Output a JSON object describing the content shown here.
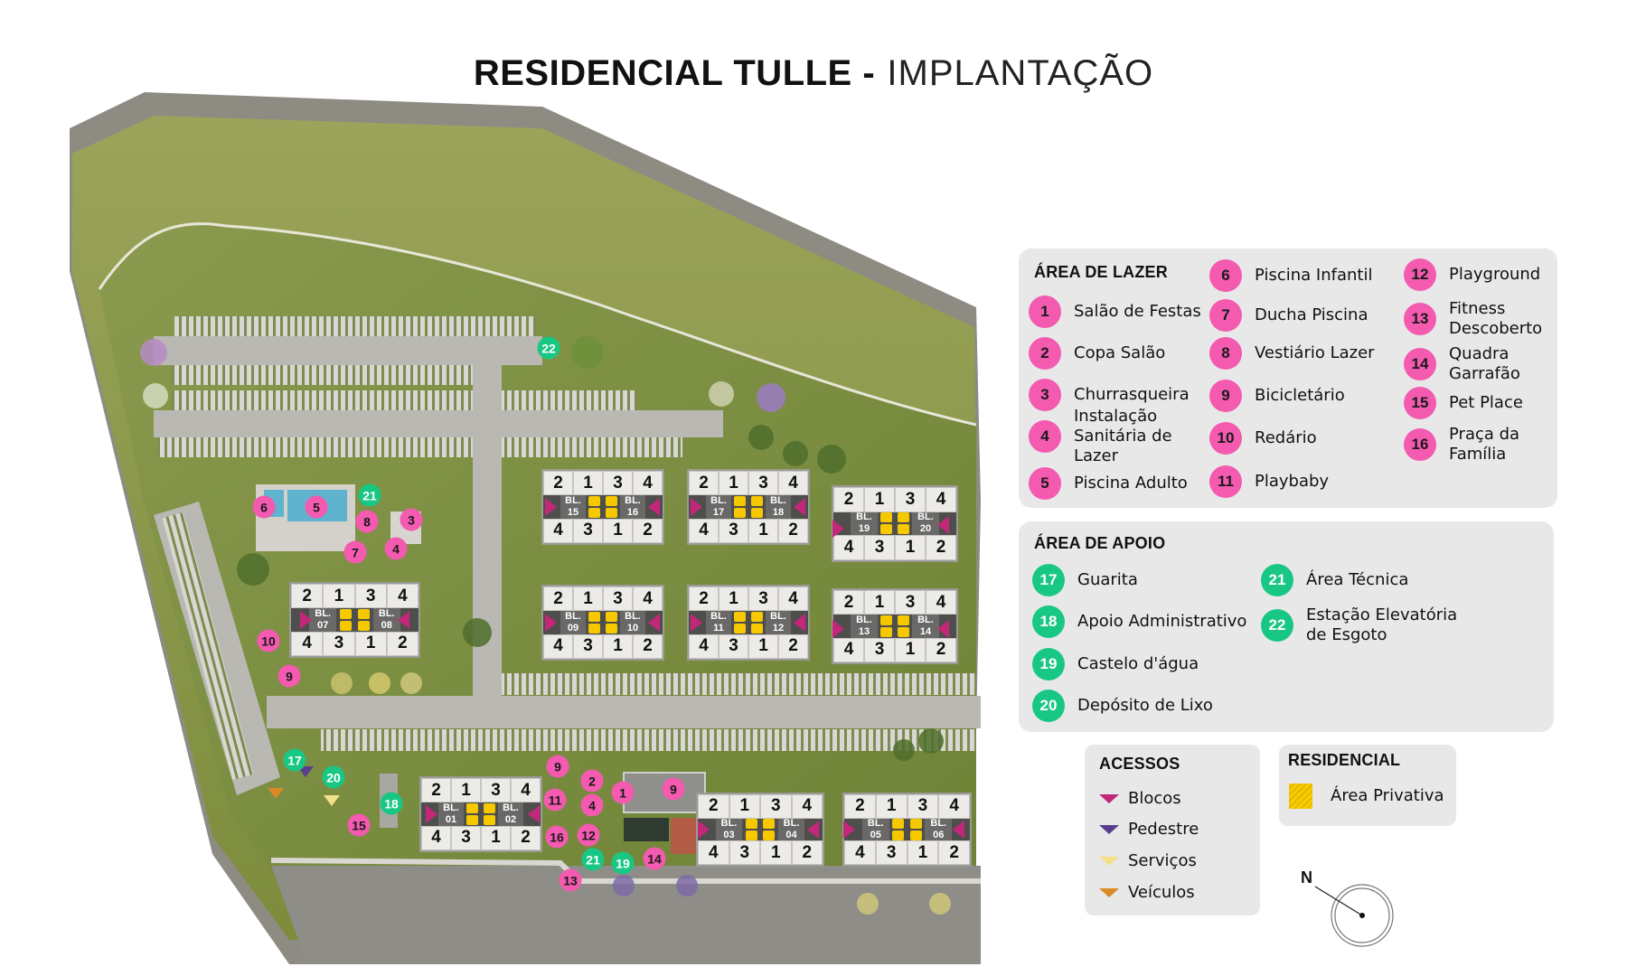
{
  "title": {
    "bold": "RESIDENCIAL TULLE -",
    "thin": "IMPLANTAÇÃO"
  },
  "colors": {
    "lazer_marker": "#f35ab0",
    "apoio_marker": "#19c784",
    "area_privativa": "#f5c800",
    "acesso_blocos": "#c2277a",
    "acesso_pedestre": "#5a3d8f",
    "acesso_servicos": "#f3e08a",
    "acesso_veiculos": "#d98a24",
    "panel_bg": "#e8e8e8"
  },
  "legend": {
    "lazer": {
      "title": "ÁREA DE LAZER",
      "items": [
        {
          "num": "1",
          "label": "Salão de Festas"
        },
        {
          "num": "2",
          "label": "Copa Salão"
        },
        {
          "num": "3",
          "label": "Churrasqueira"
        },
        {
          "num": "4",
          "label": "Instalação Sanitária de Lazer"
        },
        {
          "num": "5",
          "label": "Piscina Adulto"
        },
        {
          "num": "6",
          "label": "Piscina Infantil"
        },
        {
          "num": "7",
          "label": "Ducha Piscina"
        },
        {
          "num": "8",
          "label": "Vestiário Lazer"
        },
        {
          "num": "9",
          "label": "Bicicletário"
        },
        {
          "num": "10",
          "label": "Redário"
        },
        {
          "num": "11",
          "label": "Playbaby"
        },
        {
          "num": "12",
          "label": "Playground"
        },
        {
          "num": "13",
          "label": "Fitness Descoberto"
        },
        {
          "num": "14",
          "label": "Quadra Garrafão"
        },
        {
          "num": "15",
          "label": "Pet Place"
        },
        {
          "num": "16",
          "label": "Praça da Família"
        }
      ]
    },
    "apoio": {
      "title": "ÁREA DE APOIO",
      "items": [
        {
          "num": "17",
          "label": "Guarita"
        },
        {
          "num": "18",
          "label": "Apoio Administrativo"
        },
        {
          "num": "19",
          "label": "Castelo d'água"
        },
        {
          "num": "20",
          "label": "Depósito de Lixo"
        },
        {
          "num": "21",
          "label": "Área Técnica"
        },
        {
          "num": "22",
          "label": "Estação Elevatória de Esgoto"
        }
      ]
    },
    "acessos": {
      "title": "ACESSOS",
      "items": [
        {
          "label": "Blocos",
          "color": "#c2277a"
        },
        {
          "label": "Pedestre",
          "color": "#5a3d8f"
        },
        {
          "label": "Serviços",
          "color": "#f3e08a"
        },
        {
          "label": "Veículos",
          "color": "#d98a24"
        }
      ]
    },
    "residencial": {
      "title": "RESIDENCIAL",
      "items": [
        {
          "label": "Área Privativa",
          "color": "#f5c800"
        }
      ]
    },
    "compass": {
      "label": "N"
    }
  },
  "map": {
    "blocks": [
      {
        "left": "BL. 15",
        "right": "BL. 16",
        "left_num": "15",
        "right_num": "16",
        "top_units": [
          "2",
          "1",
          "3",
          "4"
        ],
        "bottom_units": [
          "4",
          "3",
          "1",
          "2"
        ]
      },
      {
        "left": "BL. 17",
        "right": "BL. 18",
        "left_num": "17",
        "right_num": "18",
        "top_units": [
          "2",
          "1",
          "3",
          "4"
        ],
        "bottom_units": [
          "4",
          "3",
          "1",
          "2"
        ]
      },
      {
        "left": "BL. 19",
        "right": "BL. 20",
        "left_num": "19",
        "right_num": "20",
        "top_units": [
          "2",
          "1",
          "3",
          "4"
        ],
        "bottom_units": [
          "4",
          "3",
          "1",
          "2"
        ]
      },
      {
        "left": "BL. 07",
        "right": "BL. 08",
        "left_num": "07",
        "right_num": "08",
        "top_units": [
          "2",
          "1",
          "3",
          "4"
        ],
        "bottom_units": [
          "4",
          "3",
          "1",
          "2"
        ]
      },
      {
        "left": "BL. 09",
        "right": "BL. 10",
        "left_num": "09",
        "right_num": "10",
        "top_units": [
          "2",
          "1",
          "3",
          "4"
        ],
        "bottom_units": [
          "4",
          "3",
          "1",
          "2"
        ]
      },
      {
        "left": "BL. 11",
        "right": "BL. 12",
        "left_num": "11",
        "right_num": "12",
        "top_units": [
          "2",
          "1",
          "3",
          "4"
        ],
        "bottom_units": [
          "4",
          "3",
          "1",
          "2"
        ]
      },
      {
        "left": "BL. 13",
        "right": "BL. 14",
        "left_num": "13",
        "right_num": "14",
        "top_units": [
          "2",
          "1",
          "3",
          "4"
        ],
        "bottom_units": [
          "4",
          "3",
          "1",
          "2"
        ]
      },
      {
        "left": "BL. 01",
        "right": "BL. 02",
        "left_num": "01",
        "right_num": "02",
        "top_units": [
          "2",
          "1",
          "3",
          "4"
        ],
        "bottom_units": [
          "4",
          "3",
          "1",
          "2"
        ]
      },
      {
        "left": "BL. 03",
        "right": "BL. 04",
        "left_num": "03",
        "right_num": "04",
        "top_units": [
          "2",
          "1",
          "3",
          "4"
        ],
        "bottom_units": [
          "4",
          "3",
          "1",
          "2"
        ]
      },
      {
        "left": "BL. 05",
        "right": "BL. 06",
        "left_num": "05",
        "right_num": "06",
        "top_units": [
          "2",
          "1",
          "3",
          "4"
        ],
        "bottom_units": [
          "4",
          "3",
          "1",
          "2"
        ]
      }
    ],
    "bl_prefix": "BL.",
    "markers": [
      {
        "num": "6",
        "type": "pink"
      },
      {
        "num": "5",
        "type": "pink"
      },
      {
        "num": "21",
        "type": "green"
      },
      {
        "num": "8",
        "type": "pink"
      },
      {
        "num": "3",
        "type": "pink"
      },
      {
        "num": "7",
        "type": "pink"
      },
      {
        "num": "4",
        "type": "pink"
      },
      {
        "num": "10",
        "type": "pink"
      },
      {
        "num": "9",
        "type": "pink"
      },
      {
        "num": "22",
        "type": "green"
      },
      {
        "num": "17",
        "type": "green"
      },
      {
        "num": "20",
        "type": "green"
      },
      {
        "num": "18",
        "type": "green"
      },
      {
        "num": "15",
        "type": "pink"
      },
      {
        "num": "9",
        "type": "pink"
      },
      {
        "num": "2",
        "type": "pink"
      },
      {
        "num": "1",
        "type": "pink"
      },
      {
        "num": "9",
        "type": "pink"
      },
      {
        "num": "11",
        "type": "pink"
      },
      {
        "num": "4",
        "type": "pink"
      },
      {
        "num": "16",
        "type": "pink"
      },
      {
        "num": "12",
        "type": "pink"
      },
      {
        "num": "21",
        "type": "green"
      },
      {
        "num": "19",
        "type": "green"
      },
      {
        "num": "14",
        "type": "pink"
      },
      {
        "num": "13",
        "type": "pink"
      }
    ]
  }
}
